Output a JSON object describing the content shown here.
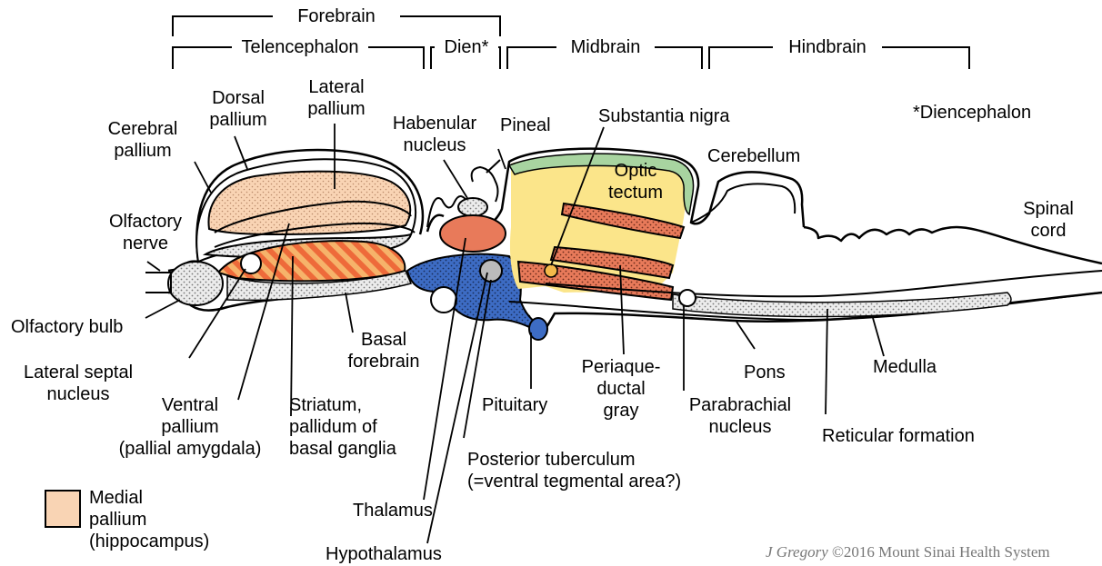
{
  "colors": {
    "medial_pallium": "#f9d4b4",
    "thalamus_red": "#e87a5a",
    "hypothalamus_blue": "#3d6cc4",
    "tectum_yellow": "#fbe58a",
    "cerebellum_green": "#a8d4a0",
    "stipple_gray": "#e6e6e6"
  },
  "brackets": {
    "forebrain": "Forebrain",
    "telencephalon": "Telencephalon",
    "dien": "Dien*",
    "midbrain": "Midbrain",
    "hindbrain": "Hindbrain"
  },
  "footnote": "*Diencephalon",
  "labels": {
    "dorsal_pallium": "Dorsal\npallium",
    "lateral_pallium": "Lateral\npallium",
    "cerebral_pallium": "Cerebral\npallium",
    "habenular_nucleus": "Habenular\nnucleus",
    "pineal": "Pineal",
    "substantia_nigra": "Substantia nigra",
    "optic_tectum": "Optic\ntectum",
    "cerebellum": "Cerebellum",
    "olfactory_nerve": "Olfactory\nnerve",
    "spinal_cord": "Spinal\ncord",
    "olfactory_bulb": "Olfactory bulb",
    "basal_forebrain": "Basal\nforebrain",
    "lateral_septal_nucleus": "Lateral septal\nnucleus",
    "ventral_pallium": "Ventral\npallium\n(pallial amygdala)",
    "striatum": "Striatum,\npallidum of\nbasal ganglia",
    "pituitary": "Pituitary",
    "periaqueductal_gray": "Periaque-\nductal\ngray",
    "parabrachial_nucleus": "Parabrachial\nnucleus",
    "pons": "Pons",
    "medulla": "Medulla",
    "reticular_formation": "Reticular formation",
    "posterior_tuberculum": "Posterior tuberculum\n(=ventral tegmental area?)",
    "thalamus": "Thalamus",
    "hypothalamus": "Hypothalamus"
  },
  "legend": {
    "label": "Medial\npallium\n(hippocampus)"
  },
  "credit": {
    "author": "J Gregory",
    "rest": " ©2016 Mount Sinai Health System"
  }
}
